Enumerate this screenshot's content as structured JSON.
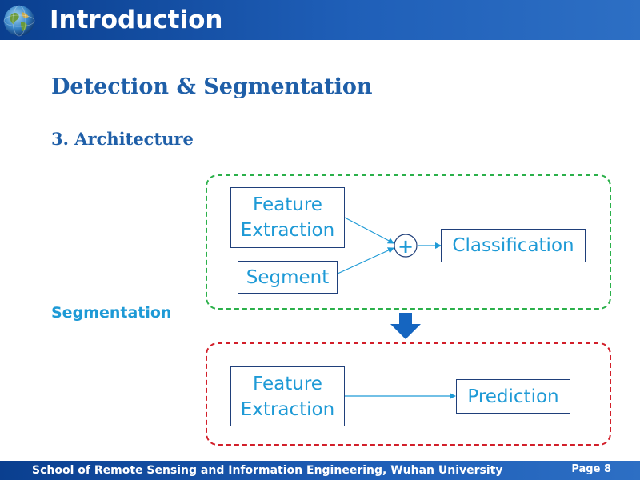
{
  "header": {
    "title": "Introduction",
    "logo_icon": "globe-icon"
  },
  "slide": {
    "title": "Detection & Segmentation",
    "section": "3. Architecture",
    "side_label": "Segmentation"
  },
  "diagram": {
    "top_group": {
      "border_color": "#2bb04a",
      "feature_box": [
        "Feature",
        "Extraction"
      ],
      "segment_box": "Segment",
      "combine_symbol": "+",
      "classification_box": "Classification"
    },
    "bottom_group": {
      "border_color": "#d21f2a",
      "feature_box": [
        "Feature",
        "Extraction"
      ],
      "prediction_box": "Prediction"
    }
  },
  "footer": {
    "text": "School of Remote Sensing and Information Engineering, Wuhan University",
    "page": "Page 8"
  },
  "colors": {
    "accent": "#1e9ad6",
    "title": "#1f5fa8",
    "bar": "#0a3f8f",
    "arrow": "#1565c0"
  }
}
